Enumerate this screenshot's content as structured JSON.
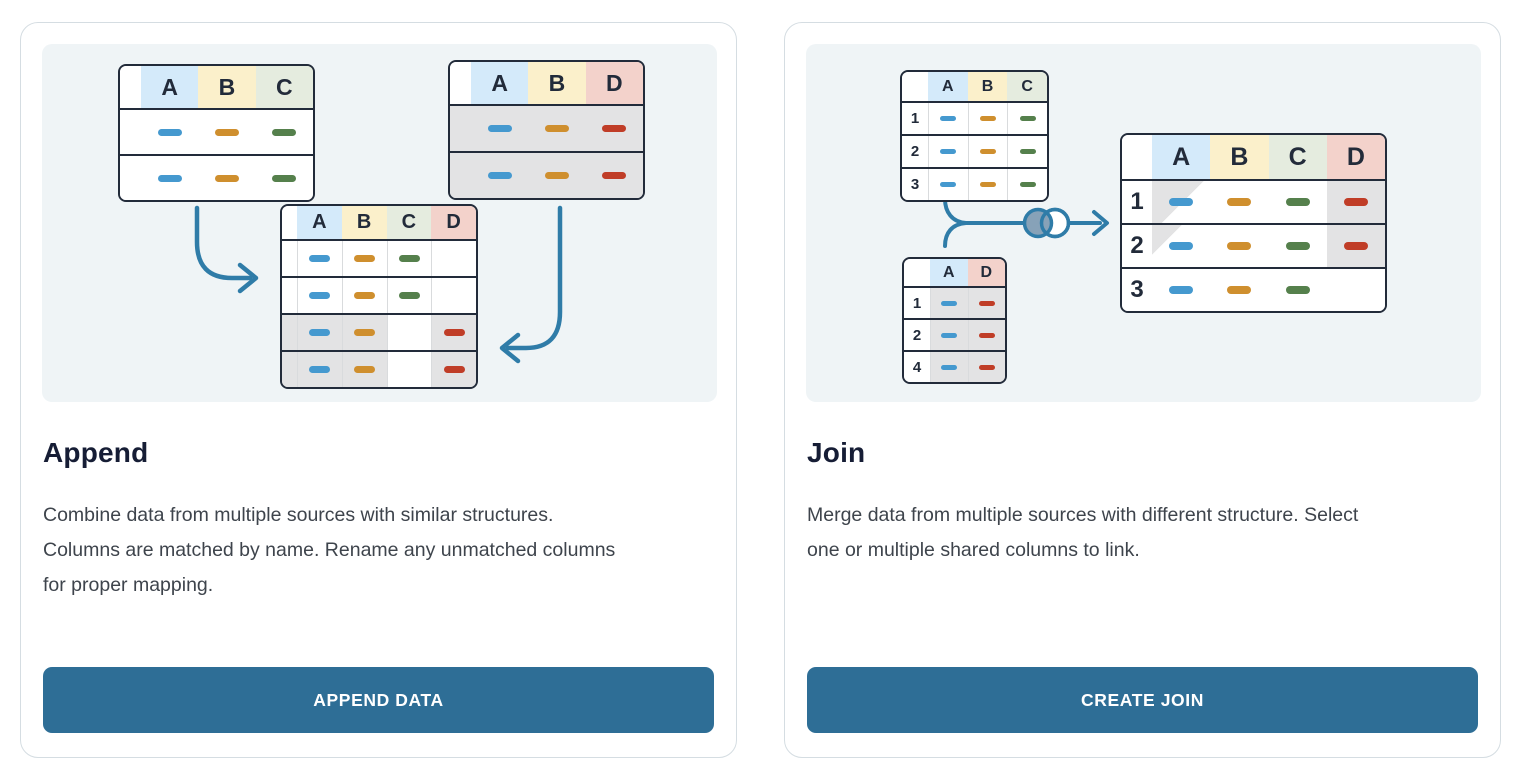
{
  "cards": [
    {
      "id": "append",
      "title": "Append",
      "description": "Combine data from multiple sources with similar structures. Columns are matched by name. Rename any unmatched columns for proper mapping.",
      "button_label": "APPEND DATA"
    },
    {
      "id": "join",
      "title": "Join",
      "description": "Merge data from multiple sources with different structure. Select one or multiple shared columns to link.",
      "button_label": "CREATE JOIN"
    }
  ],
  "palette": {
    "button_bg": "#2e6e96",
    "button_text": "#ffffff",
    "arrow_accent": "#2f7ca8",
    "venn_fill": "#87a2b8",
    "table_border": "#222b3a",
    "row_gray": "#e3e3e4",
    "panel_bg": "#eff4f6",
    "card_border": "#d5dde2",
    "title_color": "#161d35",
    "body_color": "#3e444c",
    "header_colors": {
      "blue": "#d4eafa",
      "yellow": "#fbf0cb",
      "green": "#e5ecdf",
      "pink": "#f3d2cb"
    },
    "dash_colors": {
      "blue": "#4599cf",
      "orange": "#cf8f2e",
      "green": "#55804c",
      "red": "#c03d27"
    }
  },
  "icons": {
    "append_left_arrow": "curved-arrow-right-icon",
    "append_right_arrow": "curved-arrow-left-icon",
    "join_connector": "merge-brace-icon",
    "join_venn": "venn-diagram-icon",
    "join_arrow": "arrow-right-icon"
  },
  "illustrations": {
    "append": {
      "tables": [
        {
          "name": "append-source-table-abc",
          "columns": [
            {
              "label": "A",
              "color": "blue"
            },
            {
              "label": "B",
              "color": "yellow"
            },
            {
              "label": "C",
              "color": "green"
            }
          ],
          "rows": [
            {
              "num": "",
              "bg": "white",
              "cells": [
                {
                  "dash": "blue"
                },
                {
                  "dash": "orange"
                },
                {
                  "dash": "green"
                }
              ]
            },
            {
              "num": "",
              "bg": "white",
              "cells": [
                {
                  "dash": "blue"
                },
                {
                  "dash": "orange"
                },
                {
                  "dash": "green"
                }
              ]
            }
          ]
        },
        {
          "name": "append-source-table-abd",
          "columns": [
            {
              "label": "A",
              "color": "blue"
            },
            {
              "label": "B",
              "color": "yellow"
            },
            {
              "label": "D",
              "color": "pink"
            }
          ],
          "rows": [
            {
              "num": "",
              "bg": "gray",
              "cells": [
                {
                  "dash": "blue"
                },
                {
                  "dash": "orange"
                },
                {
                  "dash": "red"
                }
              ]
            },
            {
              "num": "",
              "bg": "gray",
              "cells": [
                {
                  "dash": "blue"
                },
                {
                  "dash": "orange"
                },
                {
                  "dash": "red"
                }
              ]
            }
          ]
        },
        {
          "name": "append-result-table-abcd",
          "columns": [
            {
              "label": "A",
              "color": "blue"
            },
            {
              "label": "B",
              "color": "yellow"
            },
            {
              "label": "C",
              "color": "green"
            },
            {
              "label": "D",
              "color": "pink"
            }
          ],
          "rows": [
            {
              "num": "",
              "bg": "white",
              "cells": [
                {
                  "dash": "blue"
                },
                {
                  "dash": "orange"
                },
                {
                  "dash": "green"
                },
                {}
              ]
            },
            {
              "num": "",
              "bg": "white",
              "cells": [
                {
                  "dash": "blue"
                },
                {
                  "dash": "orange"
                },
                {
                  "dash": "green"
                },
                {}
              ]
            },
            {
              "num": "",
              "bg": "gray",
              "cells": [
                {
                  "dash": "blue"
                },
                {
                  "dash": "orange"
                },
                {
                  "bg": "white"
                },
                {
                  "dash": "red"
                }
              ]
            },
            {
              "num": "",
              "bg": "gray",
              "cells": [
                {
                  "dash": "blue"
                },
                {
                  "dash": "orange"
                },
                {
                  "bg": "white"
                },
                {
                  "dash": "red"
                }
              ]
            }
          ]
        }
      ]
    },
    "join": {
      "tables": [
        {
          "name": "join-source-table-abc",
          "columns": [
            {
              "label": "A",
              "color": "blue"
            },
            {
              "label": "B",
              "color": "yellow"
            },
            {
              "label": "C",
              "color": "green"
            }
          ],
          "rows": [
            {
              "num": "1",
              "bg": "white",
              "cells": [
                {
                  "dash": "blue"
                },
                {
                  "dash": "orange"
                },
                {
                  "dash": "green"
                }
              ]
            },
            {
              "num": "2",
              "bg": "white",
              "cells": [
                {
                  "dash": "blue"
                },
                {
                  "dash": "orange"
                },
                {
                  "dash": "green"
                }
              ]
            },
            {
              "num": "3",
              "bg": "white",
              "cells": [
                {
                  "dash": "blue"
                },
                {
                  "dash": "orange"
                },
                {
                  "dash": "green"
                }
              ]
            }
          ]
        },
        {
          "name": "join-source-table-ad",
          "columns": [
            {
              "label": "A",
              "color": "blue"
            },
            {
              "label": "D",
              "color": "pink"
            }
          ],
          "rows": [
            {
              "num": "1",
              "bg": "white",
              "cells": [
                {
                  "dash": "blue",
                  "bg": "gray"
                },
                {
                  "dash": "red",
                  "bg": "gray"
                }
              ]
            },
            {
              "num": "2",
              "bg": "white",
              "cells": [
                {
                  "dash": "blue",
                  "bg": "gray"
                },
                {
                  "dash": "red",
                  "bg": "gray"
                }
              ]
            },
            {
              "num": "4",
              "bg": "white",
              "cells": [
                {
                  "dash": "blue",
                  "bg": "gray"
                },
                {
                  "dash": "red",
                  "bg": "gray"
                }
              ]
            }
          ]
        },
        {
          "name": "join-result-table-abcd",
          "columns": [
            {
              "label": "A",
              "color": "blue"
            },
            {
              "label": "B",
              "color": "yellow"
            },
            {
              "label": "C",
              "color": "green"
            },
            {
              "label": "D",
              "color": "pink"
            }
          ],
          "rows": [
            {
              "num": "1",
              "bg": "white",
              "cells": [
                {
                  "dash": "blue",
                  "bg": "diag1"
                },
                {
                  "dash": "orange"
                },
                {
                  "dash": "green"
                },
                {
                  "dash": "red",
                  "bg": "gray"
                }
              ]
            },
            {
              "num": "2",
              "bg": "white",
              "cells": [
                {
                  "dash": "blue",
                  "bg": "diag2"
                },
                {
                  "dash": "orange"
                },
                {
                  "dash": "green"
                },
                {
                  "dash": "red",
                  "bg": "gray"
                }
              ]
            },
            {
              "num": "3",
              "bg": "white",
              "cells": [
                {
                  "dash": "blue"
                },
                {
                  "dash": "orange"
                },
                {
                  "dash": "green"
                },
                {}
              ]
            }
          ]
        }
      ]
    }
  }
}
